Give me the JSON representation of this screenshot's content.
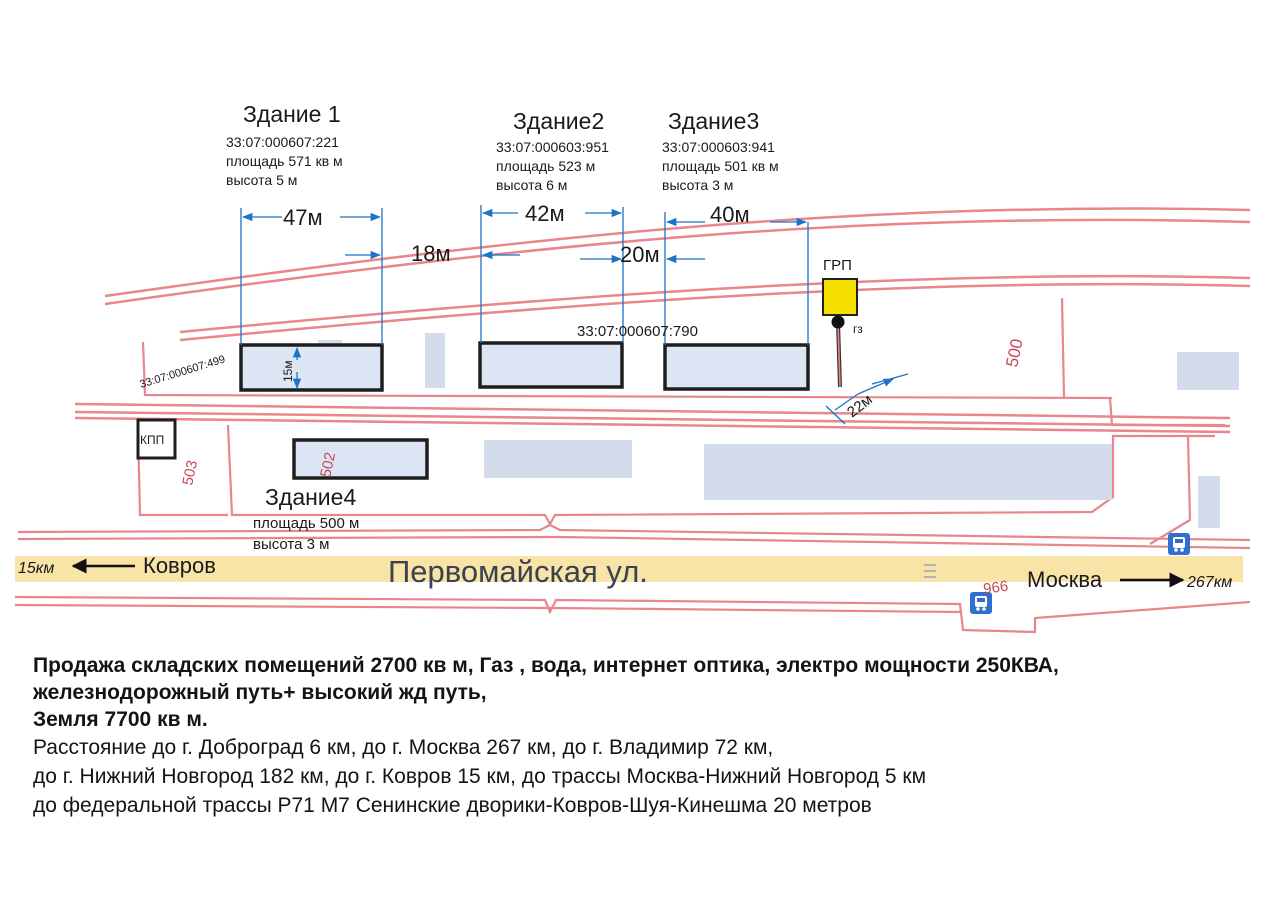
{
  "buildings": {
    "b1": {
      "title": "Здание 1",
      "cadastral": "33:07:000607:221",
      "area": "площадь 571 кв м",
      "height": "высота 5 м",
      "width": "47м",
      "depth": "15м"
    },
    "b2": {
      "title": "Здание2",
      "cadastral": "33:07:000603:951",
      "area": "площадь 523  м",
      "height": "высота 6 м",
      "width": "42м"
    },
    "b3": {
      "title": "Здание3",
      "cadastral": "33:07:000603:941",
      "area": "площадь 501 кв м",
      "height": "высота 3 м",
      "width": "40м"
    },
    "b4": {
      "title": "Здание4",
      "area": "площадь 500 м",
      "height": "высота 3 м"
    }
  },
  "gaps": {
    "g12": "18м",
    "g23": "20м",
    "rail": "22м"
  },
  "plots": {
    "main": "33:07:000607:790",
    "west": "33:07:000607:499"
  },
  "labels": {
    "grp": "ГРП",
    "gz": "гз",
    "kpp": "КПП",
    "street": "Первомайская ул.",
    "left_dist": "15км",
    "left_city": "Ковров",
    "right_city": "Москва",
    "right_dist": "267км",
    "house_500": "500",
    "house_502": "502",
    "house_503": "503",
    "house_966": "966"
  },
  "colors": {
    "boundary": "#e8868b",
    "road": "#f7e4a6",
    "building_fill": "#dde5f5",
    "grp_yellow": "#f5e000",
    "dim_blue": "#1c74c6"
  },
  "description": {
    "bold_lines": [
      "Продажа складских помещений 2700 кв м, Газ , вода, интернет оптика, электро мощности 250КВА,",
      "железнодорожный путь+ высокий жд путь,",
      "Земля 7700 кв м."
    ],
    "lines": [
      "Расстояние до г. Доброград 6 км, до г. Москва 267 км, до г. Владимир 72 км,",
      "до г. Нижний Новгород 182 км, до г. Ковров 15 км, до трассы Москва-Нижний Новгород 5 км",
      "до федеральной трассы Р71 М7 Сенинские дворики-Ковров-Шуя-Кинешма 20 метров"
    ]
  }
}
